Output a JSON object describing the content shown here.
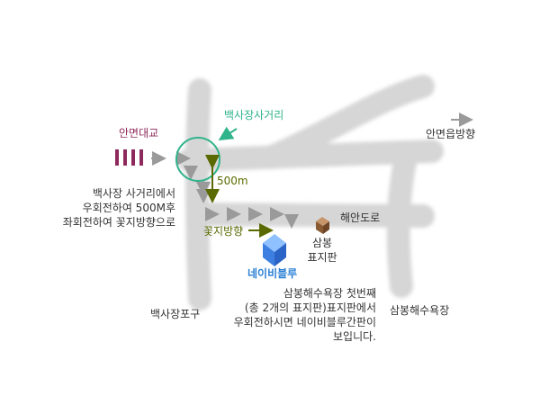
{
  "labels": {
    "anmyeon_bridge": "안면대교",
    "baeksajang_intersection": "백사장사거리",
    "to_anmyeon_eup": "안면읍방향",
    "directions_left": [
      "백사장 사거리에서",
      "우회전하여 500M후",
      "좌회전하여 꽃지방향으로"
    ],
    "distance": "500m",
    "coast_road": "해안도로",
    "kkotji_direction": "꽃지방향",
    "sign_label": [
      "삼봉",
      "표지판"
    ],
    "navi_blue": "네이비블루",
    "directions_bottom": [
      "삼봉해수욕장 첫번째",
      "(총 2개의 표지판)표지판에서",
      "우회전하시면 네이비블루간판이",
      "보입니다."
    ],
    "baeksajang_port": "백사장포구",
    "sambong_beach": "삼봉해수욕장"
  },
  "colors": {
    "road": "#d6d6d6",
    "intersection_circle": "#2fb38a",
    "bridge": "#8e2a5b",
    "arrow_gray": "#9a9a9a",
    "distance_arrow": "#5a6a00",
    "navi_blue_text": "#2a7fd4",
    "cube": "#4a8ff0",
    "sign_post": "#8a5a33"
  }
}
